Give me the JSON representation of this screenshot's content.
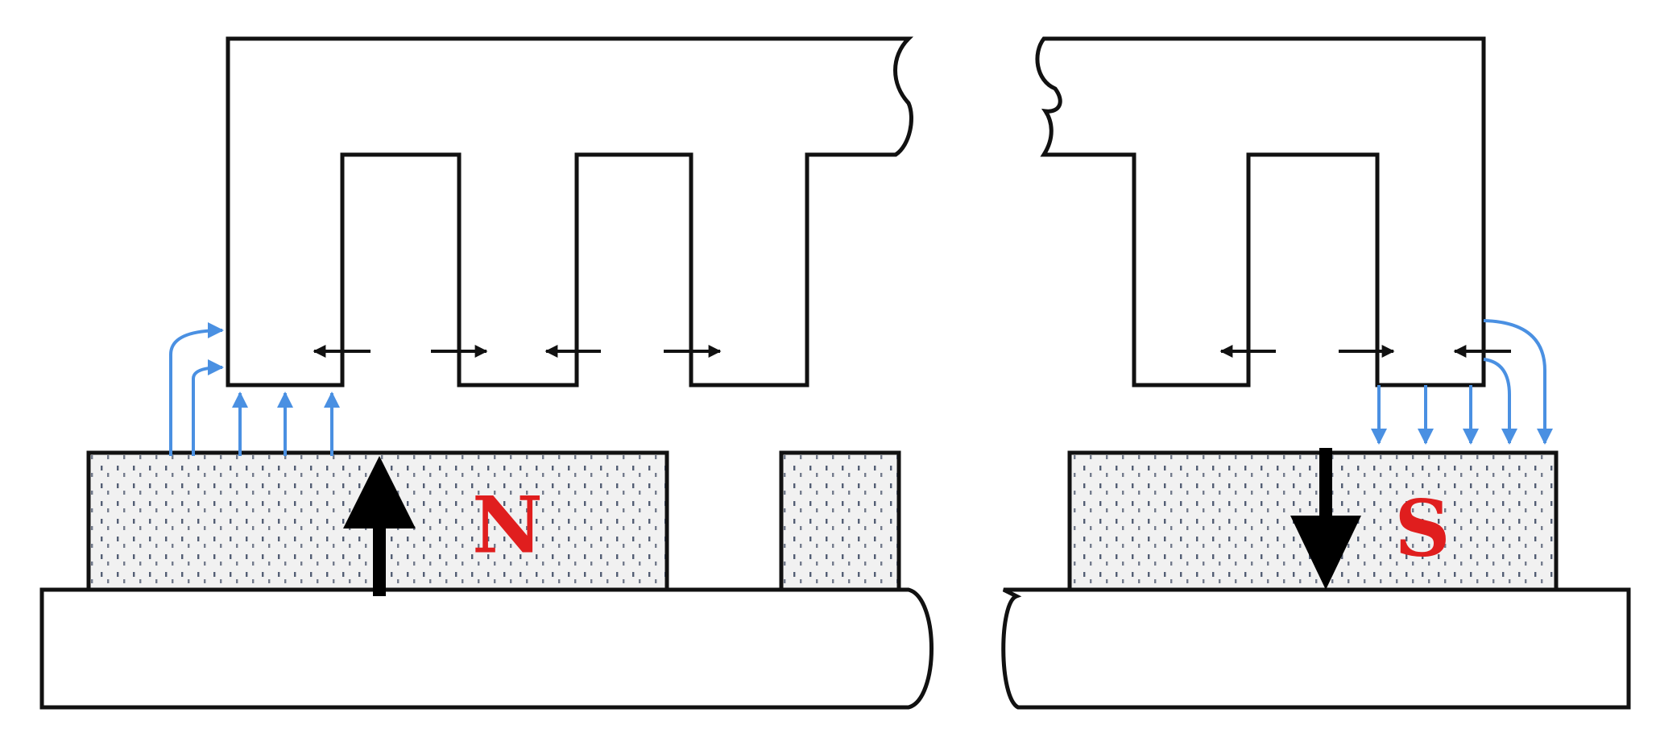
{
  "labels": {
    "north_pole": "N",
    "south_pole": "S"
  },
  "colors": {
    "outline": "#111111",
    "flux": "#4a90e2",
    "pole_label": "#e01e1e",
    "magnetization": "#000000",
    "magnet_fill": "#f1f1f1",
    "magnet_dots": "#1f2d4a"
  },
  "icons": {
    "magnetization_arrow": "bold-arrow",
    "flux_arrow": "flux-arrow",
    "leakage_arrow": "double-ended-short-arrow"
  }
}
